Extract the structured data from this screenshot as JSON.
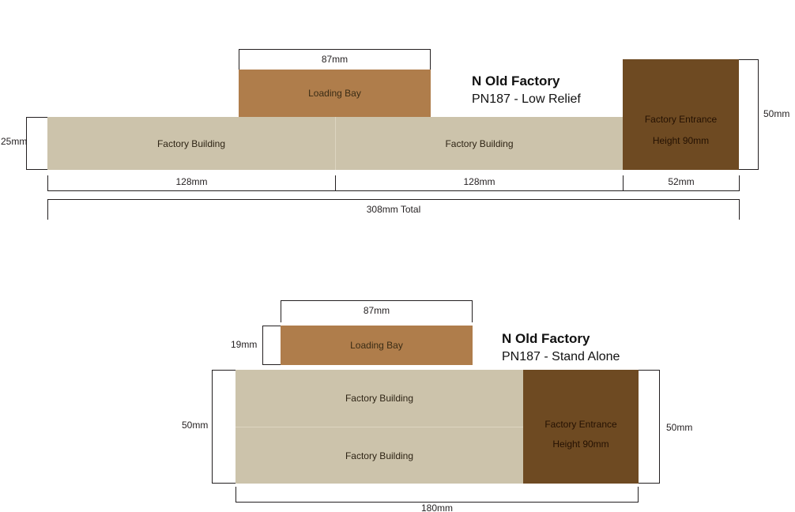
{
  "low_relief": {
    "title": "N Old Factory",
    "subtitle": "PN187 - Low Relief",
    "loading_bay": {
      "label": "Loading Bay",
      "width_dim": "87mm"
    },
    "factory_building_left": "Factory Building",
    "factory_building_right": "Factory Building",
    "building_height_dim": "25mm",
    "entrance": {
      "label": "Factory Entrance",
      "height_note": "Height 90mm",
      "height_dim": "50mm"
    },
    "bottom_dims": {
      "left_section": "128mm",
      "mid_section": "128mm",
      "entrance_section": "52mm",
      "total": "308mm Total"
    }
  },
  "stand_alone": {
    "title": "N Old Factory",
    "subtitle": "PN187 - Stand Alone",
    "loading_bay": {
      "label": "Loading Bay",
      "width_dim": "87mm",
      "height_dim": "19mm"
    },
    "factory_building_top": "Factory Building",
    "factory_building_bottom": "Factory Building",
    "building_height_dim": "50mm",
    "entrance": {
      "label": "Factory Entrance",
      "height_note": "Height 90mm",
      "height_dim": "50mm"
    },
    "bottom_dims": {
      "total": "180mm"
    }
  },
  "colors": {
    "loading_bay": "#af7d4b",
    "factory_building": "#ccc3ab",
    "factory_entrance": "#6e4a22",
    "dimension_line": "#231f20"
  }
}
